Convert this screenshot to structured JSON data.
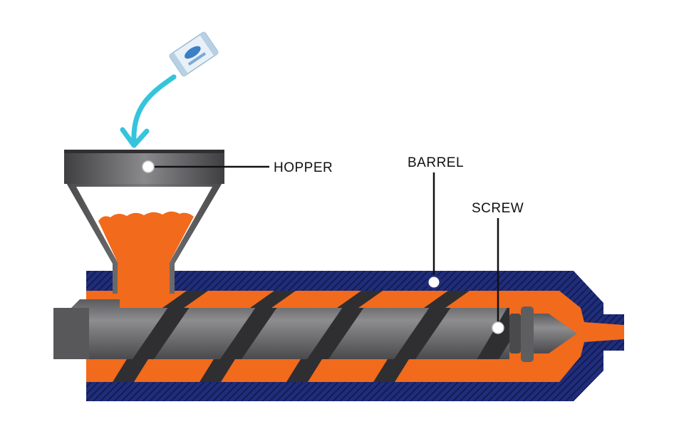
{
  "labels": {
    "hopper": "HOPPER",
    "barrel": "BARREL",
    "screw": "SCREW"
  },
  "colors": {
    "barrel_wall": "#1f2d7a",
    "barrel_hatch": "#0d1440",
    "molten_plastic": "#f26a1b",
    "screw_body": "#6f6f72",
    "screw_dark": "#3a3a3d",
    "hopper_gray": "#58585b",
    "arrow": "#35c4dc",
    "leader_line": "#111111"
  },
  "icons": {
    "material_packet": "plastic-pellet-packet-icon",
    "feed_arrow": "curved-arrow-icon"
  }
}
